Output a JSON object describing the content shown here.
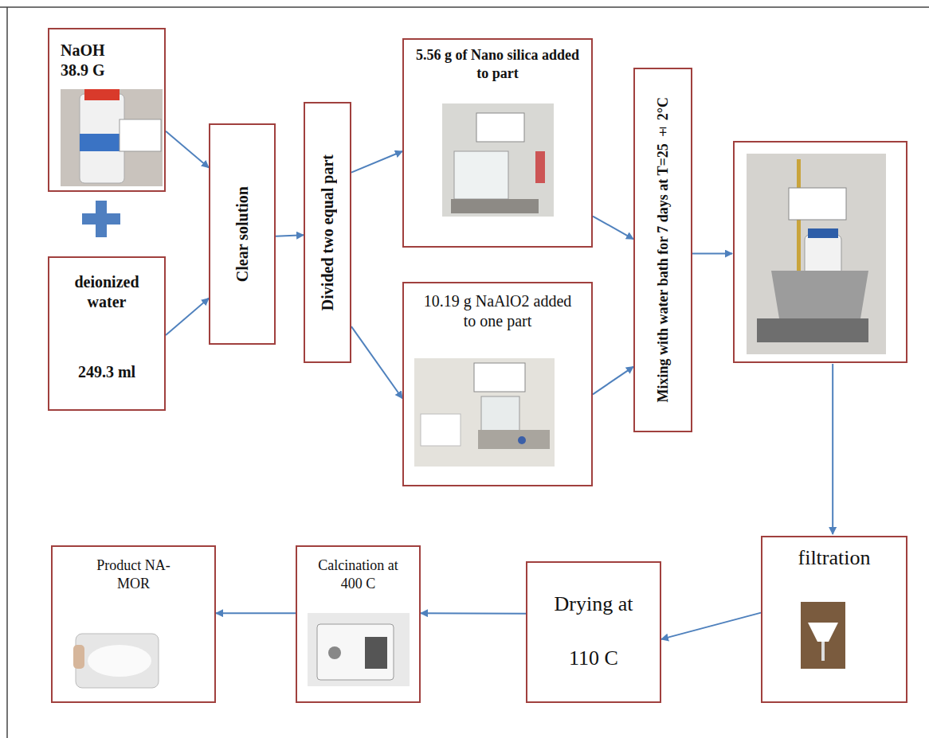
{
  "diagram": {
    "nodes": [
      {
        "text": [
          "NaOH 38.9 G"
        ]
      },
      {
        "text": [
          "deionized water",
          "249.3 ml"
        ]
      },
      {
        "text": [
          "Clear solution"
        ]
      },
      {
        "text": [
          "Divided two equal part"
        ]
      },
      {
        "text": [
          "5.56 g of Nano silica added to part"
        ]
      },
      {
        "text": [
          "10.19 g NaAlO2 added to one part"
        ]
      },
      {
        "text": [
          "Mixing with water bath for 7 days at T=25 ± 2°C"
        ]
      },
      {
        "text": [
          "filtration"
        ]
      },
      {
        "text": [
          "Drying at 110 C"
        ]
      },
      {
        "text": [
          "Calcination at 400 C"
        ]
      },
      {
        "text": [
          "Product NA-MOR"
        ]
      }
    ],
    "edges": [
      {
        "from": 0,
        "to": 2,
        "arrow": "to"
      },
      {
        "from": 1,
        "to": 2,
        "arrow": "to"
      },
      {
        "from": 2,
        "to": 3,
        "arrow": "to"
      },
      {
        "from": 3,
        "to": 4,
        "arrow": "to"
      },
      {
        "from": 3,
        "to": 5,
        "arrow": "to"
      },
      {
        "from": 4,
        "to": 6,
        "arrow": "to"
      },
      {
        "from": 5,
        "to": 6,
        "arrow": "to"
      },
      {
        "from": 6,
        "to": 7,
        "arrow": "to"
      },
      {
        "from": 7,
        "to": 8,
        "arrow": "to"
      },
      {
        "from": 8,
        "to": 9,
        "arrow": "to"
      },
      {
        "from": 9,
        "to": 10,
        "arrow": "to"
      }
    ]
  }
}
